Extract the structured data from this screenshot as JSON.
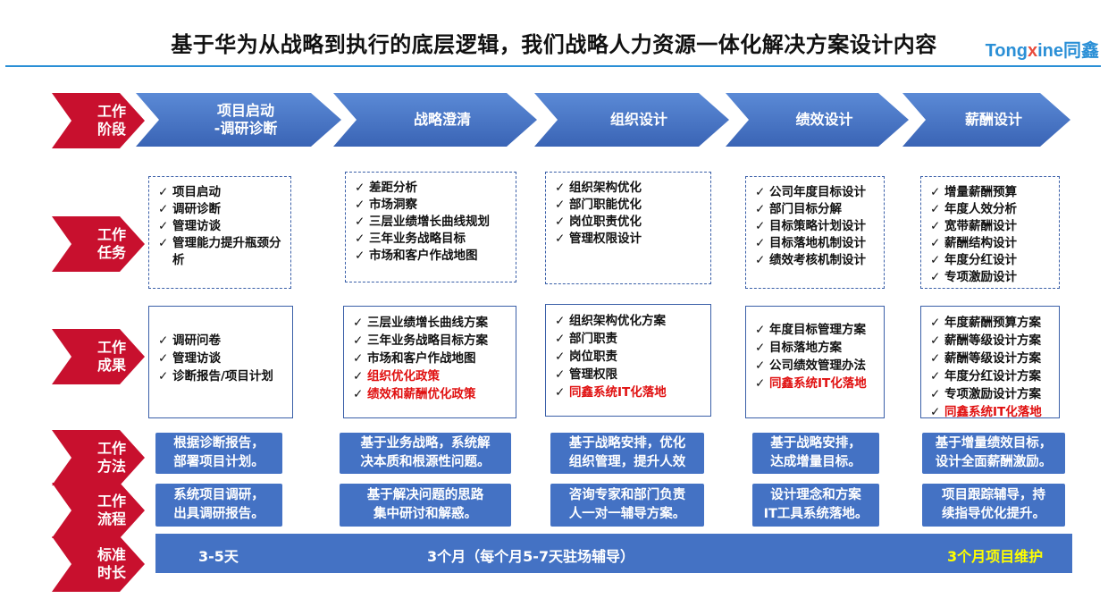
{
  "header": {
    "title": "基于华为从战略到执行的底层逻辑，我们战略人力资源一体化解决方案设计内容",
    "logo_text": "Tongxine同鑫"
  },
  "colors": {
    "primary_blue": "#4472c4",
    "accent_red": "#c8102e",
    "highlight_yellow": "#ffff00",
    "border_blue": "#3a5fa8"
  },
  "row_labels": [
    {
      "line1": "工作",
      "line2": "阶段"
    },
    {
      "line1": "工作",
      "line2": "任务"
    },
    {
      "line1": "工作",
      "line2": "成果"
    },
    {
      "line1": "工作",
      "line2": "方法"
    },
    {
      "line1": "工作",
      "line2": "流程"
    },
    {
      "line1": "标准",
      "line2": "时长"
    }
  ],
  "stages": [
    {
      "line1": "项目启动",
      "line2": "-调研诊断"
    },
    {
      "line1": "战略澄清",
      "line2": ""
    },
    {
      "line1": "组织设计",
      "line2": ""
    },
    {
      "line1": "绩效设计",
      "line2": ""
    },
    {
      "line1": "薪酬设计",
      "line2": ""
    }
  ],
  "tasks": [
    [
      "项目启动",
      "调研诊断",
      "管理访谈",
      "管理能力提升瓶颈分析"
    ],
    [
      "差距分析",
      "市场洞察",
      "三层业绩增长曲线规划",
      "三年业务战略目标",
      "市场和客户作战地图"
    ],
    [
      "组织架构优化",
      "部门职能优化",
      "岗位职责优化",
      "管理权限设计"
    ],
    [
      "公司年度目标设计",
      "部门目标分解",
      "目标策略计划设计",
      "目标落地机制设计",
      "绩效考核机制设计"
    ],
    [
      "增量薪酬预算",
      "年度人效分析",
      "宽带薪酬设计",
      "薪酬结构设计",
      "年度分红设计",
      "专项激励设计"
    ]
  ],
  "results": [
    [
      {
        "text": "调研问卷",
        "red": false
      },
      {
        "text": "管理访谈",
        "red": false
      },
      {
        "text": "诊断报告/项目计划",
        "red": false
      }
    ],
    [
      {
        "text": "三层业绩增长曲线方案",
        "red": false
      },
      {
        "text": "三年业务战略目标方案",
        "red": false
      },
      {
        "text": "市场和客户作战地图",
        "red": false
      },
      {
        "text": "组织优化政策",
        "red": true
      },
      {
        "text": "绩效和薪酬优化政策",
        "red": true
      }
    ],
    [
      {
        "text": "组织架构优化方案",
        "red": false
      },
      {
        "text": "部门职责",
        "red": false
      },
      {
        "text": "岗位职责",
        "red": false
      },
      {
        "text": "管理权限",
        "red": false
      },
      {
        "text": "同鑫系统IT化落地",
        "red": true
      }
    ],
    [
      {
        "text": "年度目标管理方案",
        "red": false
      },
      {
        "text": "目标落地方案",
        "red": false
      },
      {
        "text": "公司绩效管理办法",
        "red": false
      },
      {
        "text": "同鑫系统IT化落地",
        "red": true
      }
    ],
    [
      {
        "text": "年度薪酬预算方案",
        "red": false
      },
      {
        "text": "薪酬等级设计方案",
        "red": false
      },
      {
        "text": "薪酬等级设计方案",
        "red": false
      },
      {
        "text": "年度分红设计方案",
        "red": false
      },
      {
        "text": "专项激励设计方案",
        "red": false
      },
      {
        "text": "同鑫系统IT化落地",
        "red": true
      }
    ]
  ],
  "methods": [
    {
      "line1": "根据诊断报告，",
      "line2": "部署项目计划。"
    },
    {
      "line1": "基于业务战略，系统解",
      "line2": "决本质和根源性问题。"
    },
    {
      "line1": "基于战略安排，优化",
      "line2": "组织管理，提升人效"
    },
    {
      "line1": "基于战略安排，",
      "line2": "达成增量目标。"
    },
    {
      "line1": "基于增量绩效目标，",
      "line2": "设计全面薪酬激励。"
    }
  ],
  "processes": [
    {
      "line1": "系统项目调研，",
      "line2": "出具调研报告。"
    },
    {
      "line1": "基于解决问题的思路",
      "line2": "集中研讨和解惑。"
    },
    {
      "line1": "咨询专家和部门负责",
      "line2": "人一对一辅导方案。"
    },
    {
      "line1": "设计理念和方案",
      "line2": "IT工具系统落地。"
    },
    {
      "line1": "项目跟踪辅导，持",
      "line2": "续指导优化提升。"
    }
  ],
  "duration": {
    "phase1": "3-5天",
    "phase2": "3个月（每个月5-7天驻场辅导）",
    "phase3": "3个月项目维护"
  },
  "check_mark": "✓"
}
